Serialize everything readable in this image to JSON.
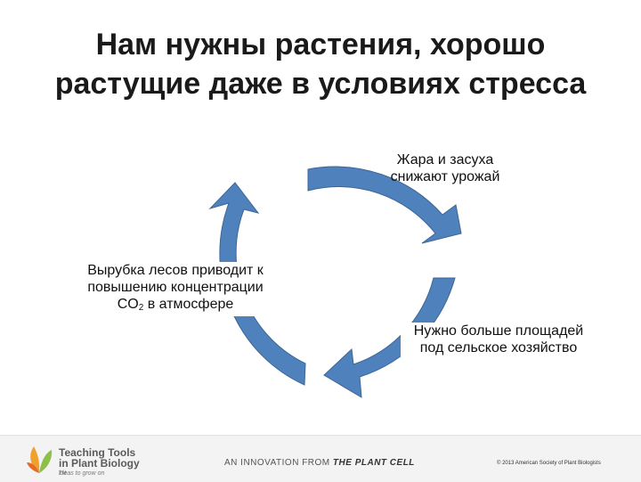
{
  "slide": {
    "title_lines": [
      "Нам нужны растения, хорошо",
      "растущие даже в условиях стресса"
    ]
  },
  "cycle": {
    "arrow_color": "#4f81bd",
    "arrow_stroke": "#3c6696",
    "labels": {
      "top": [
        "Жара и засуха",
        "снижают урожай"
      ],
      "left": [
        "Вырубка лесов приводит к",
        "повышению концентрации",
        "CO",
        "2",
        " в атмосфере"
      ],
      "right": [
        "Нужно больше площадей",
        "под сельское хозяйство"
      ]
    }
  },
  "footer": {
    "brand_lines": [
      "Teaching Tools",
      "in Plant Biology",
      "TM"
    ],
    "brand_tagline": "ideas to grow on",
    "innovation_prefix": "AN INNOVATION FROM",
    "innovation_source": "THE PLANT CELL",
    "copyright": "© 2013 American Society of Plant Biologists",
    "logo_colors": [
      "#f0a12c",
      "#8cc04b",
      "#e46b2a"
    ]
  }
}
